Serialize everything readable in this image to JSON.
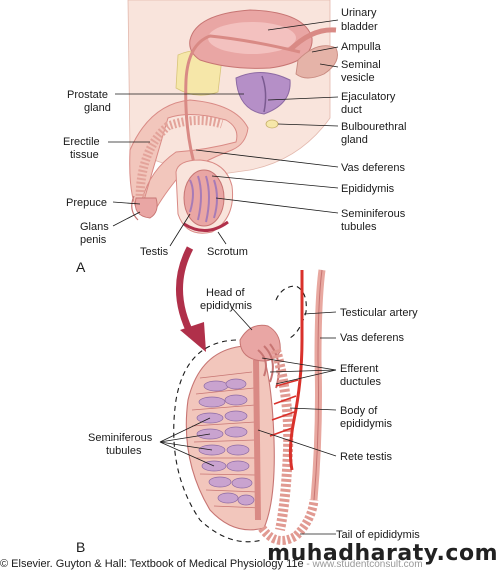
{
  "colors": {
    "tissue": "#f2c6bc",
    "tissue_dark": "#d98a85",
    "tubule": "#c9a3cf",
    "gland_purple": "#b58fc7",
    "bladder": "#e9a6a4",
    "artery": "#d9312b",
    "background_skin": "#f9e4dc",
    "yellow_gland": "#f6e7a9"
  },
  "panel_a": {
    "letter": "A",
    "labels": {
      "urinary": "Urinary",
      "bladder": "bladder",
      "ampulla": "Ampulla",
      "seminal": "Seminal",
      "vesicle": "vesicle",
      "prostate": "Prostate",
      "gland": "gland",
      "ejaculatory": "Ejaculatory",
      "duct": "duct",
      "erectile": "Erectile",
      "tissue": "tissue",
      "bulbourethral": "Bulbourethral",
      "bulbo_gland": "gland",
      "vas_deferens": "Vas deferens",
      "epididymis": "Epididymis",
      "prepuce": "Prepuce",
      "glans": "Glans",
      "penis": "penis",
      "seminiferous": "Seminiferous",
      "tubules": "tubules",
      "testis": "Testis",
      "scrotum": "Scrotum"
    }
  },
  "panel_b": {
    "letter": "B",
    "labels": {
      "head_of": "Head of",
      "epididymis": "epididymis",
      "testicular_artery": "Testicular artery",
      "vas_deferens": "Vas deferens",
      "efferent": "Efferent",
      "ductules": "ductules",
      "seminiferous": "Seminiferous",
      "tubules": "tubules",
      "body_of": "Body of",
      "body_epididymis": "epididymis",
      "rete_testis": "Rete testis",
      "tail_of_epididymis": "Tail of epididymis"
    }
  },
  "footer": {
    "credit": "© Elsevier. Guyton & Hall: Textbook of Medical Physiology 11e",
    "watermark": " - www.studentconsult.com",
    "brand": "muhadharaty.com"
  }
}
